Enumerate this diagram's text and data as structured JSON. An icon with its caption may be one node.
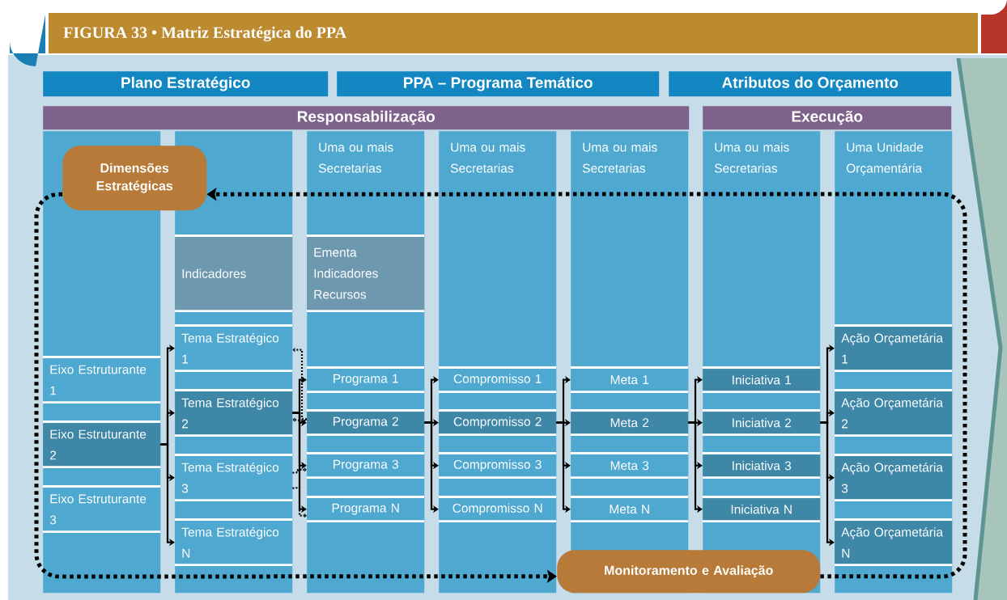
{
  "diagram": {
    "title": "FIGURA 33 • Matriz Estratégica do PPA",
    "nodes": [
      {
        "text": [
          "Plano Estratégico"
        ]
      },
      {
        "text": [
          "PPA – Programa Temático"
        ]
      },
      {
        "text": [
          "Atributos do Orçamento"
        ]
      },
      {
        "text": [
          "Responsabilização"
        ]
      },
      {
        "text": [
          "Execução"
        ]
      },
      {
        "text": [],
        "shape": "box"
      },
      {
        "text": [],
        "shape": "box"
      },
      {
        "text": [
          "Uma ou mais Secretarias"
        ]
      },
      {
        "text": [
          "Uma ou mais Secretarias"
        ]
      },
      {
        "text": [
          "Uma ou mais Secretarias"
        ]
      },
      {
        "text": [
          "Uma ou mais Secretarias"
        ]
      },
      {
        "text": [
          "Uma Unidade Orçamentária"
        ]
      },
      {
        "text": [
          "Dimensões Estratégicas"
        ]
      },
      {
        "text": [
          "Indicadores"
        ],
        "in": 6
      },
      {
        "text": [
          "Ementa Indicadores Recursos"
        ],
        "in": 7
      },
      {
        "text": [
          "Eixo Estruturante 1"
        ],
        "in": 5
      },
      {
        "text": [
          "Eixo Estruturante 2"
        ],
        "in": 5
      },
      {
        "text": [
          "Eixo Estruturante 3"
        ],
        "in": 5
      },
      {
        "text": [
          "Tema Estratégico 1"
        ],
        "in": 6
      },
      {
        "text": [
          "Tema Estratégico 2"
        ],
        "in": 6
      },
      {
        "text": [
          "Tema Estratégico 3"
        ],
        "in": 6
      },
      {
        "text": [
          "Tema Estratégico N"
        ],
        "in": 6
      },
      {
        "text": [
          "Programa 1"
        ],
        "in": 7
      },
      {
        "text": [
          "Programa 2"
        ],
        "in": 7
      },
      {
        "text": [
          "Programa 3"
        ],
        "in": 7
      },
      {
        "text": [
          "Programa N"
        ],
        "in": 7
      },
      {
        "text": [
          "Compromisso 1"
        ],
        "in": 8
      },
      {
        "text": [
          "Compromisso 2"
        ],
        "in": 8
      },
      {
        "text": [
          "Compromisso 3"
        ],
        "in": 8
      },
      {
        "text": [
          "Compromisso N"
        ],
        "in": 8
      },
      {
        "text": [
          "Meta 1"
        ],
        "in": 9
      },
      {
        "text": [
          "Meta 2"
        ],
        "in": 9
      },
      {
        "text": [
          "Meta 3"
        ],
        "in": 9
      },
      {
        "text": [
          "Meta N"
        ],
        "in": 9
      },
      {
        "text": [
          "Iniciativa 1"
        ],
        "in": 10
      },
      {
        "text": [
          "Iniciativa 2"
        ],
        "in": 10
      },
      {
        "text": [
          "Iniciativa 3"
        ],
        "in": 10
      },
      {
        "text": [
          "Iniciativa N"
        ],
        "in": 10
      },
      {
        "text": [
          "Ação Orçametária 1"
        ],
        "in": 11
      },
      {
        "text": [
          "Ação Orçametária 2"
        ],
        "in": 11
      },
      {
        "text": [
          "Ação Orçametária 3"
        ],
        "in": 11
      },
      {
        "text": [
          "Ação Orçametária N"
        ],
        "in": 11
      },
      {
        "text": [
          "Monitoramento e Avaliação"
        ]
      }
    ],
    "edges": [
      {
        "from": 16,
        "to": 18,
        "arrow": "to"
      },
      {
        "from": 16,
        "to": 19,
        "arrow": "to"
      },
      {
        "from": 16,
        "to": 20,
        "arrow": "to"
      },
      {
        "from": 16,
        "to": 21,
        "arrow": "to"
      },
      {
        "from": 19,
        "to": 22,
        "arrow": "to"
      },
      {
        "from": 19,
        "to": 23,
        "arrow": "to"
      },
      {
        "from": 19,
        "to": 24,
        "arrow": "to"
      },
      {
        "from": 19,
        "to": 25,
        "arrow": "to"
      },
      {
        "from": 23,
        "to": 26,
        "arrow": "to"
      },
      {
        "from": 23,
        "to": 27,
        "arrow": "to"
      },
      {
        "from": 23,
        "to": 28,
        "arrow": "to"
      },
      {
        "from": 23,
        "to": 29,
        "arrow": "to"
      },
      {
        "from": 27,
        "to": 30,
        "arrow": "to"
      },
      {
        "from": 27,
        "to": 31,
        "arrow": "to"
      },
      {
        "from": 27,
        "to": 32,
        "arrow": "to"
      },
      {
        "from": 27,
        "to": 33,
        "arrow": "to"
      },
      {
        "from": 31,
        "to": 34,
        "arrow": "to"
      },
      {
        "from": 31,
        "to": 35,
        "arrow": "to"
      },
      {
        "from": 31,
        "to": 36,
        "arrow": "to"
      },
      {
        "from": 31,
        "to": 37,
        "arrow": "to"
      },
      {
        "from": 35,
        "to": 38,
        "arrow": "to"
      },
      {
        "from": 35,
        "to": 39,
        "arrow": "to"
      },
      {
        "from": 35,
        "to": 40,
        "arrow": "to"
      },
      {
        "from": 35,
        "to": 41,
        "arrow": "to"
      },
      {
        "from": 23,
        "to": 18,
        "arrow": "to",
        "style": "dashed"
      },
      {
        "from": 23,
        "to": 19,
        "arrow": "to",
        "style": "dashed"
      },
      {
        "from": 20,
        "to": 24,
        "arrow": "to",
        "style": "dashed"
      },
      {
        "from": 20,
        "to": 25,
        "arrow": "to",
        "style": "dashed"
      },
      {
        "from": 42,
        "to": 12,
        "arrow": "to",
        "style": "dashed"
      },
      {
        "from": 12,
        "to": 42,
        "arrow": "to",
        "style": "dashed"
      }
    ]
  }
}
